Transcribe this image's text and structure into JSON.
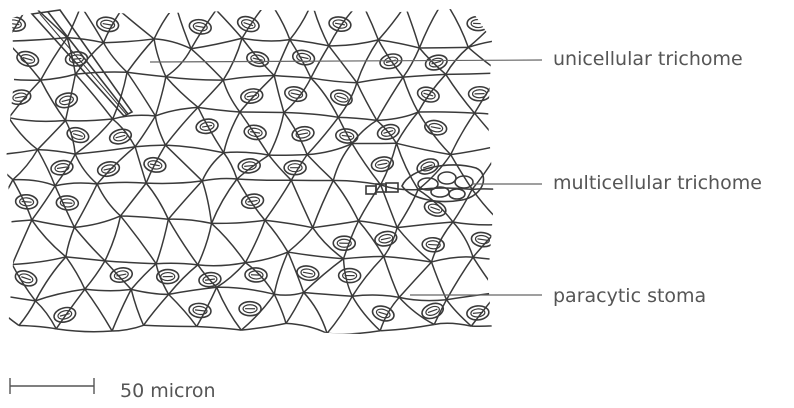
{
  "labels": {
    "unicellular": "unicellular trichome",
    "multicellular": "multicellular trichome",
    "paracytic": "paracytic stoma"
  },
  "scale_bar": {
    "label": "50 micron"
  },
  "colors": {
    "line": "#3a3a3a",
    "leader": "#666666",
    "text": "#555555"
  }
}
